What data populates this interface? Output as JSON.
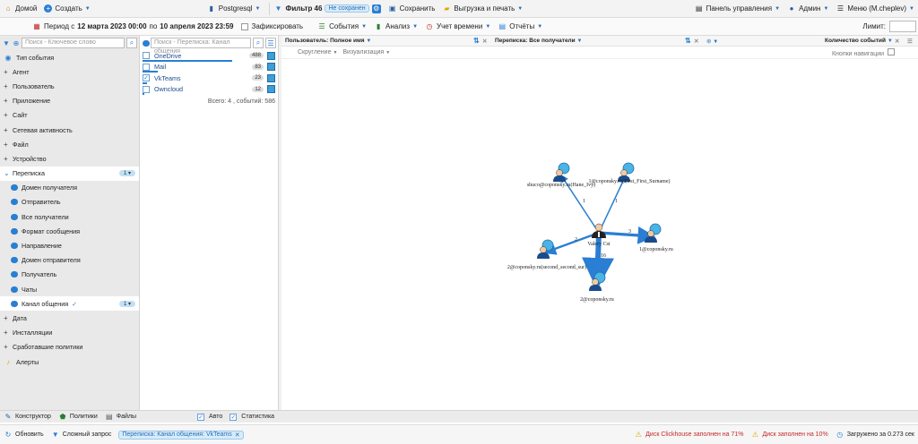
{
  "topbar": {
    "home": "Домой",
    "create": "Создать",
    "db": "Postgresql",
    "filter": "Фильтр 46",
    "filter_badge": "Не сохранен",
    "save": "Сохранить",
    "export": "Выгрузка и печать",
    "panel": "Панель управления",
    "admin": "Админ",
    "menu": "Меню (M.cheplev)"
  },
  "subbar": {
    "period_prefix": "Период с",
    "period_from": "12 марта 2023 00:00",
    "period_mid": "по",
    "period_to": "10 апреля 2023 23:59",
    "fixed": "Зафиксировать",
    "events": "События",
    "analysis": "Анализ",
    "time": "Учет времени",
    "reports": "Отчёты",
    "limit": "Лимит:"
  },
  "left": {
    "search_placeholder": "Поиск - Ключевое слово",
    "items": [
      {
        "label": "Тип события",
        "level": 0,
        "icon": "globe-icon"
      },
      {
        "label": "Агент",
        "level": 0
      },
      {
        "label": "Пользователь",
        "level": 0
      },
      {
        "label": "Приложение",
        "level": 0
      },
      {
        "label": "Сайт",
        "level": 0
      },
      {
        "label": "Сетевая активность",
        "level": 0
      },
      {
        "label": "Файл",
        "level": 0
      },
      {
        "label": "Устройство",
        "level": 0
      },
      {
        "label": "Переписка",
        "level": 0,
        "open": true,
        "count": "1"
      },
      {
        "label": "Домен получателя",
        "level": 1
      },
      {
        "label": "Отправитель",
        "level": 1
      },
      {
        "label": "Все получатели",
        "level": 1
      },
      {
        "label": "Формат сообщения",
        "level": 1
      },
      {
        "label": "Направление",
        "level": 1
      },
      {
        "label": "Домен отправителя",
        "level": 1
      },
      {
        "label": "Получатель",
        "level": 1
      },
      {
        "label": "Чаты",
        "level": 1
      },
      {
        "label": "Канал общения",
        "level": 1,
        "count": "1",
        "check": true
      },
      {
        "label": "Дата",
        "level": 0
      },
      {
        "label": "Инсталляции",
        "level": 0
      },
      {
        "label": "Сработавшие политики",
        "level": 0
      },
      {
        "label": "Алерты",
        "level": 0,
        "icon": "bell-icon"
      }
    ]
  },
  "middle": {
    "search_placeholder": "Поиск - Переписка: Канал общения",
    "rows": [
      {
        "label": "OneDrive",
        "count": "488",
        "checked": false,
        "bar": 0.83
      },
      {
        "label": "Mail",
        "count": "83",
        "checked": false,
        "bar": 0.14
      },
      {
        "label": "VkTeams",
        "count": "23",
        "checked": true,
        "bar": 0.04
      },
      {
        "label": "Owncloud",
        "count": "12",
        "checked": false,
        "bar": 0.02
      }
    ],
    "total": "Всего: 4 , событий: 586"
  },
  "main": {
    "col1": "Пользователь: Полное имя",
    "col2": "Переписка: Все получатели",
    "col3": "Количество событий",
    "fold": "Скругление",
    "viz": "Визуализация",
    "nav": "Кнопки навигации"
  },
  "graph": {
    "nodes": [
      {
        "id": "c",
        "label": "Valery Cst"
      },
      {
        "id": "n1",
        "label": "shuco@coponsky.ru(Hane_Ivy)"
      },
      {
        "id": "n2",
        "label": "1@coponsky.ru(First_First_Surname)"
      },
      {
        "id": "n3",
        "label": "1@coponsky.ru"
      },
      {
        "id": "n4",
        "label": "2@coponsky.ru(second_second_sur)"
      },
      {
        "id": "n5",
        "label": "2@coponsky.ru"
      }
    ],
    "edges": [
      {
        "to": "n1",
        "label": "1",
        "weight": 1
      },
      {
        "to": "n2",
        "label": "1",
        "weight": 1
      },
      {
        "to": "n3",
        "label": "3",
        "weight": 3
      },
      {
        "to": "n4",
        "label": "2",
        "weight": 2
      },
      {
        "to": "n5",
        "label": "16",
        "weight": 6
      }
    ]
  },
  "bottom": {
    "tabs": [
      "Конструктор",
      "Политики",
      "Файлы"
    ],
    "auto": "Авто",
    "stats": "Статистика"
  },
  "status": {
    "refresh": "Обновить",
    "complex": "Сложный запрос",
    "chip": "Переписка: Канал общения: VkTeams",
    "disk1": "Диск Clickhouse заполнен на 71%",
    "disk2": "Диск заполнен на 10%",
    "loaded": "Загружено за 0.273 сек"
  }
}
